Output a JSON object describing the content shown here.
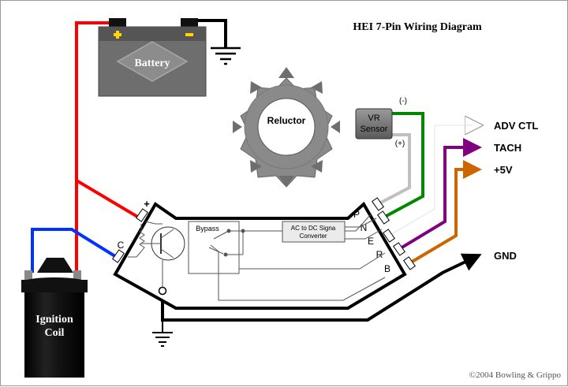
{
  "title": "HEI 7-Pin Wiring Diagram",
  "battery": {
    "label": "Battery"
  },
  "reluctor": {
    "label": "Reluctor"
  },
  "vr_sensor": {
    "line1": "VR",
    "line2": "Sensor",
    "neg": "(-)",
    "pos": "(+)"
  },
  "coil": {
    "line1": "Ignition",
    "line2": "Coil"
  },
  "module": {
    "bypass": "Bypass",
    "converter_line1": "AC to DC Signa",
    "converter_line2": "Converter",
    "plus": "+",
    "pin_c": "C",
    "pins": [
      "P",
      "N",
      "E",
      "R",
      "B"
    ]
  },
  "outputs": {
    "adv_ctl": "ADV CTL",
    "tach": "TACH",
    "plus5v": "+5V",
    "gnd": "GND"
  },
  "copyright": "©2004 Bowling & Grippo",
  "colors": {
    "red": "#ff0000",
    "blue": "#0033ff",
    "green": "#008800",
    "purple": "#800080",
    "orange": "#cc6600",
    "white": "#ffffff",
    "gray": "#c0c0c0",
    "black": "#000000"
  }
}
